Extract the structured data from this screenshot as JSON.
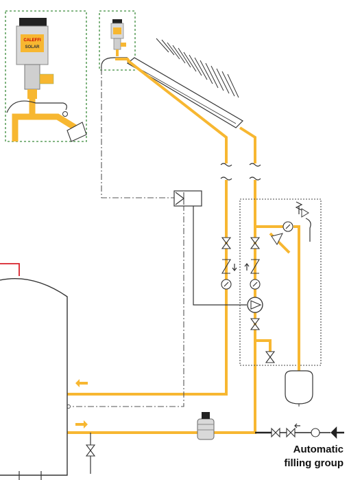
{
  "caption": {
    "line1": "Automatic",
    "line2": "filling group"
  },
  "brand": {
    "name": "CALEFFI",
    "product": "SOLAR"
  },
  "colors": {
    "pipe": "#F7B731",
    "hot_line": "#D8202A",
    "flow_arrow": "#F7B731",
    "detail_border": "#3a8a3a",
    "tank_stroke": "#333333"
  }
}
